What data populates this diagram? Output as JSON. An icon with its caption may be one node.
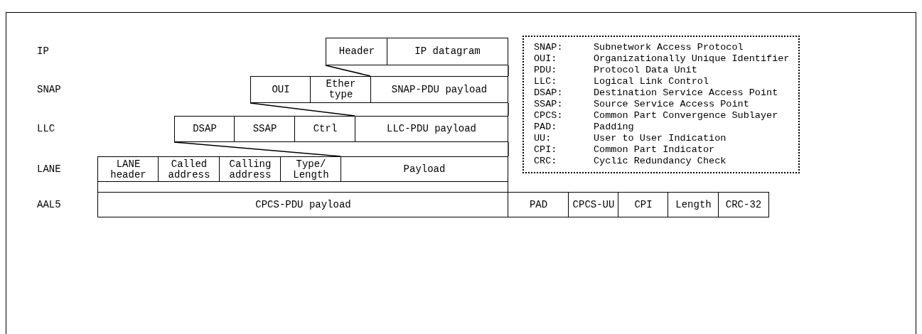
{
  "diagram": {
    "nodes": [
      {
        "text": [
          "Header"
        ]
      },
      {
        "text": [
          "IP datagram"
        ]
      },
      {
        "text": [
          "OUI"
        ]
      },
      {
        "text": [
          "Ether type"
        ]
      },
      {
        "text": [
          "SNAP-PDU payload"
        ]
      },
      {
        "text": [
          "DSAP"
        ]
      },
      {
        "text": [
          "SSAP"
        ]
      },
      {
        "text": [
          "Ctrl"
        ]
      },
      {
        "text": [
          "LLC-PDU payload"
        ]
      },
      {
        "text": [
          "LANE header"
        ]
      },
      {
        "text": [
          "Called address"
        ]
      },
      {
        "text": [
          "Calling address"
        ]
      },
      {
        "text": [
          "Type/Length"
        ]
      },
      {
        "text": [
          "Payload"
        ]
      },
      {
        "text": [],
        "shape": "box"
      },
      {
        "text": [
          "CPCS-PDU payload"
        ]
      },
      {
        "text": [
          "PAD"
        ]
      },
      {
        "text": [
          "CPCS-UU"
        ]
      },
      {
        "text": [
          "CPI"
        ]
      },
      {
        "text": [
          "Length"
        ]
      },
      {
        "text": [
          "CRC-32"
        ]
      }
    ],
    "edges": [
      {
        "from": 0,
        "to": 4,
        "arrow": "none"
      },
      {
        "from": 1,
        "to": 4,
        "arrow": "none"
      },
      {
        "from": 2,
        "to": 8,
        "arrow": "none"
      },
      {
        "from": 4,
        "to": 8,
        "arrow": "none"
      },
      {
        "from": 5,
        "to": 13,
        "arrow": "none"
      },
      {
        "from": 8,
        "to": 13,
        "arrow": "none"
      }
    ],
    "labels": [
      "IP",
      "SNAP",
      "LLC",
      "LANE",
      "AAL5",
      "SNAP:",
      "Subnetwork Access Protocol",
      "OUI:",
      "Organizationally Unique Identifier",
      "PDU:",
      "Protocol Data Unit",
      "LLC:",
      "Logical Link Control",
      "DSAP:",
      "Destination Service Access Point",
      "SSAP:",
      "Source Service Access Point",
      "CPCS:",
      "Common Part Convergence Sublayer",
      "PAD:",
      "Padding",
      "UU:",
      "User to User Indication",
      "CPI:",
      "Common Part Indicator",
      "CRC:",
      "Cyclic Redundancy Check"
    ]
  }
}
